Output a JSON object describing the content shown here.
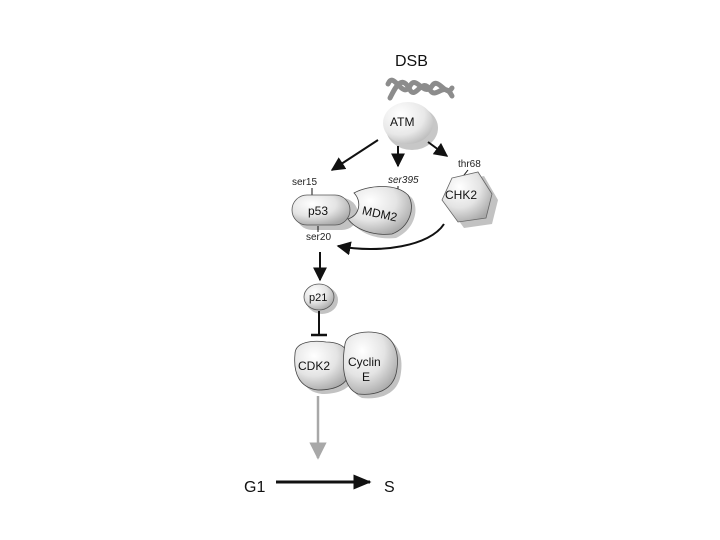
{
  "diagram": {
    "nodes": {
      "dsb": "DSB",
      "atm": "ATM",
      "chk2": "CHK2",
      "p53": "p53",
      "mdm2": "MDM2",
      "p21": "p21",
      "cdk2": "CDK2",
      "cyclin_e_line1": "Cyclin",
      "cyclin_e_line2": "E"
    },
    "sites": {
      "ser15": "ser15",
      "ser395": "ser395",
      "thr68": "thr68",
      "ser20": "ser20"
    },
    "phase": {
      "g1": "G1",
      "s": "S"
    },
    "colors": {
      "node_fill": "#d9d9d9",
      "node_highlight": "#ffffff",
      "shadow": "#9a9a9a",
      "dna": "#8c8c8c",
      "arrow": "#111111",
      "faded_arrow": "#a8a8a8"
    }
  }
}
